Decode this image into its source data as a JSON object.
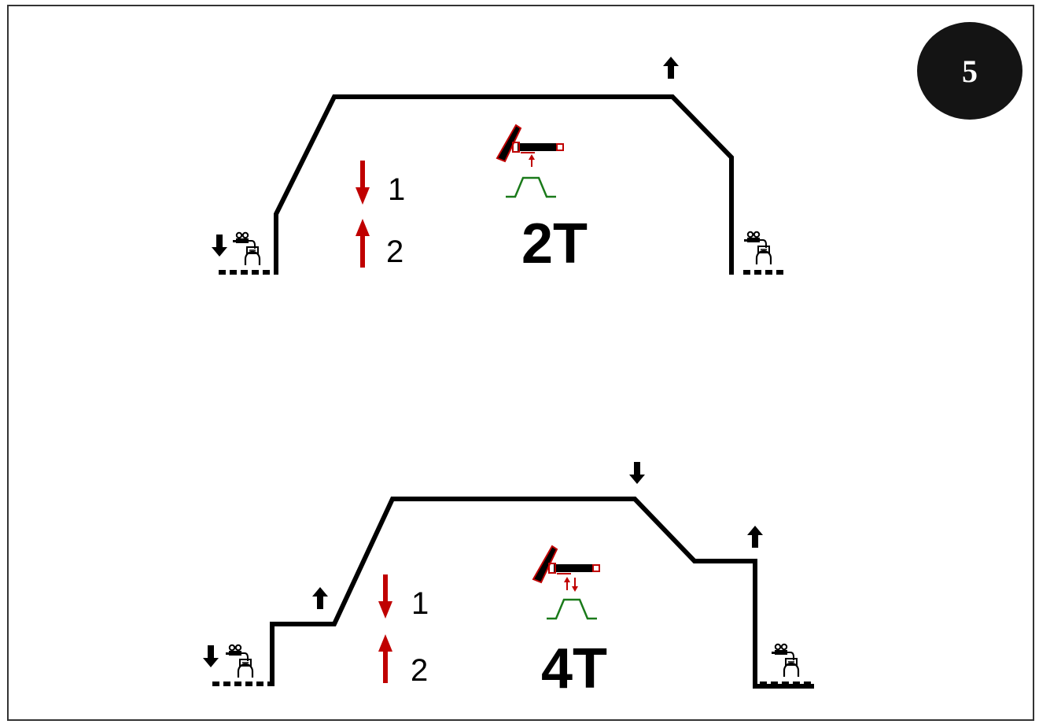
{
  "badge": {
    "label": "5"
  },
  "diagrams": [
    {
      "id": "two-stroke",
      "mode_label": "2T",
      "steps": [
        {
          "number": "1",
          "direction": "down"
        },
        {
          "number": "2",
          "direction": "up"
        }
      ]
    },
    {
      "id": "four-stroke",
      "mode_label": "4T",
      "steps": [
        {
          "number": "1",
          "direction": "down"
        },
        {
          "number": "2",
          "direction": "up"
        }
      ]
    }
  ],
  "colors": {
    "profile": "#000000",
    "step_arrow": "#c00000",
    "torch": "#c00000",
    "ramp_icon": "#1a7a1a",
    "badge_fill": "#141414",
    "badge_text": "#ffffff",
    "border": "#333333"
  },
  "icons": {
    "gas_valve": "gas-cylinder-icon",
    "torch": "welding-torch-icon",
    "ramp": "current-ramp-icon",
    "trigger_press": "arrow-down-icon",
    "trigger_release": "arrow-up-icon"
  }
}
